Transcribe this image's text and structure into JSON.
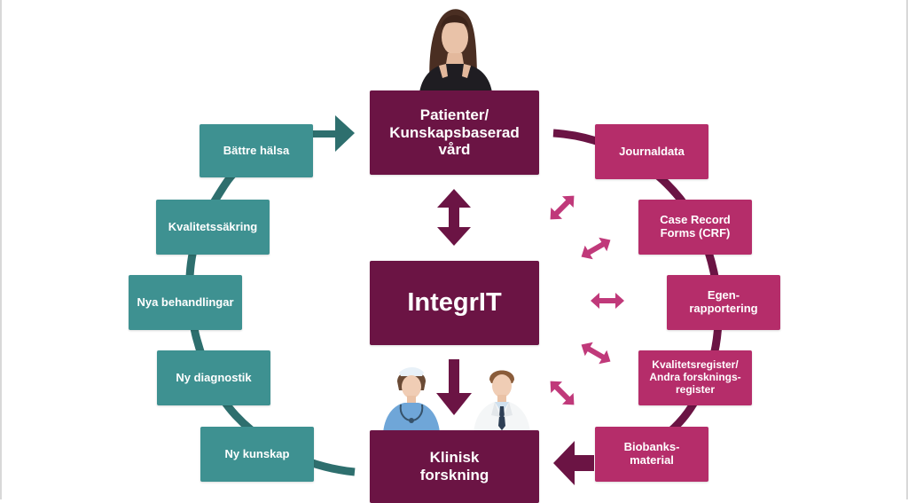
{
  "colors": {
    "teal": "#3e9191",
    "teal_arc": "#2e6f6e",
    "pink": "#b52d6a",
    "pink_arrow": "#c0397a",
    "dark": "#6b1444"
  },
  "center": {
    "top": "Patienter/\nKunskapsbaserad\nvård",
    "middle": "IntegrIT",
    "bottom": "Klinisk\nforskning"
  },
  "left_items": [
    "Bättre hälsa",
    "Kvalitetssäkring",
    "Nya behandlingar",
    "Ny diagnostik",
    "Ny kunskap"
  ],
  "right_items": [
    "Journaldata",
    "Case Record\nForms (CRF)",
    "Egen-\nrapportering",
    "Kvalitetsregister/\nAndra forsknings-\nregister",
    "Biobanks-\nmaterial"
  ],
  "icons": [
    "patient-photo",
    "nurse-photo",
    "doctor-photo",
    "double-arrow-icon",
    "down-arrow-icon"
  ]
}
